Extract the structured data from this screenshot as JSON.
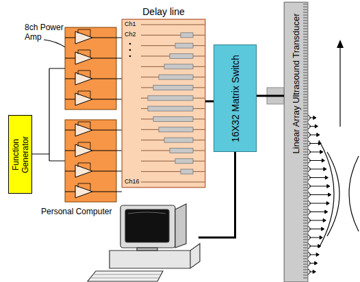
{
  "diagram": {
    "nodes": [
      {
        "text": [
          "Function Generator"
        ]
      },
      {
        "text": [
          "Delay line"
        ]
      },
      {
        "text": [
          "16X32 Matrix Switch"
        ]
      },
      {
        "text": [
          "Linear Array Ultrasound Transducer"
        ]
      },
      {
        "text": [
          "Personal Computer"
        ]
      }
    ],
    "edges": [
      {
        "from": 1,
        "to": 2,
        "arrow": "none"
      },
      {
        "from": 2,
        "to": 3,
        "arrow": "none"
      },
      {
        "from": 4,
        "to": 2,
        "arrow": "none"
      }
    ],
    "labels": [
      "8ch Power Amp",
      "Ch1",
      "Ch2",
      "Ch16"
    ]
  }
}
